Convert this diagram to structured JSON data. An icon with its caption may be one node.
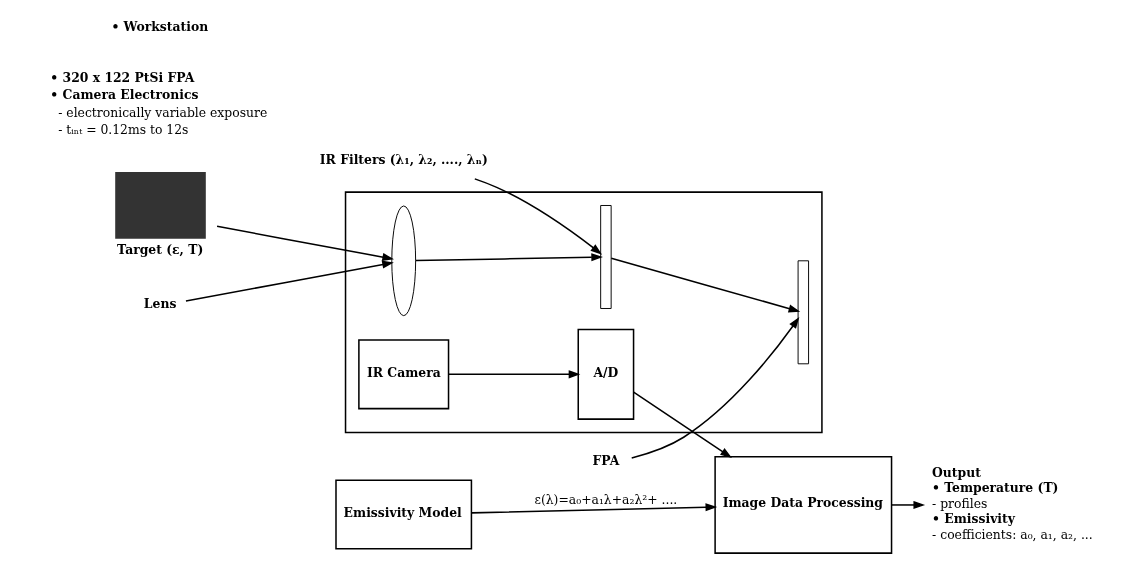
{
  "diagram": {
    "nodes": [
      {
        "text": [
          "Target (ε, T)"
        ]
      },
      {
        "text": [],
        "shape": "box"
      },
      {
        "text": [],
        "shape": "ellipse",
        "in": 1
      },
      {
        "text": [],
        "shape": "bar",
        "in": 1
      },
      {
        "text": [],
        "shape": "bar",
        "in": 1
      },
      {
        "text": [
          "IR Camera"
        ],
        "in": 1
      },
      {
        "text": [
          "A/D"
        ],
        "in": 1
      },
      {
        "text": [
          "Emissivity Model"
        ]
      },
      {
        "text": [
          "Image Data Processing"
        ]
      },
      {
        "text": [
          "Output"
        ],
        "beside": [
          "• Temperature (T)",
          "- profiles",
          "• Emissivity",
          "- coefficients: a₀, a₁, a₂, ..."
        ]
      },
      {
        "text": [
          "Lens"
        ]
      },
      {
        "text": [
          "IR Filters (λ₁, λ₂, ...., λₙ)"
        ]
      },
      {
        "text": [
          "FPA"
        ]
      }
    ],
    "edges": [
      {
        "from": 0,
        "to": 2,
        "arrow": "to"
      },
      {
        "from": 2,
        "to": 3,
        "arrow": "to"
      },
      {
        "from": 3,
        "to": 4,
        "arrow": "to"
      },
      {
        "from": 5,
        "to": 6,
        "arrow": "to"
      },
      {
        "from": 6,
        "to": 8,
        "arrow": "to"
      },
      {
        "from": 7,
        "to": 8,
        "arrow": "to",
        "label": "ε(λ)=a₀+a₁λ+a₂λ²+ ...."
      },
      {
        "from": 8,
        "to": 9,
        "arrow": "to"
      },
      {
        "from": 10,
        "to": 2,
        "arrow": "to"
      },
      {
        "from": 11,
        "to": 3,
        "arrow": "to"
      },
      {
        "from": 12,
        "to": 4,
        "arrow": "to"
      }
    ],
    "labels": [
      "• 320 x 122 PtSi FPA",
      "• Camera Electronics",
      "- electronically variable exposure",
      "- tᵢₙₜ = 0.12ms to 12s",
      "• Workstation"
    ]
  }
}
